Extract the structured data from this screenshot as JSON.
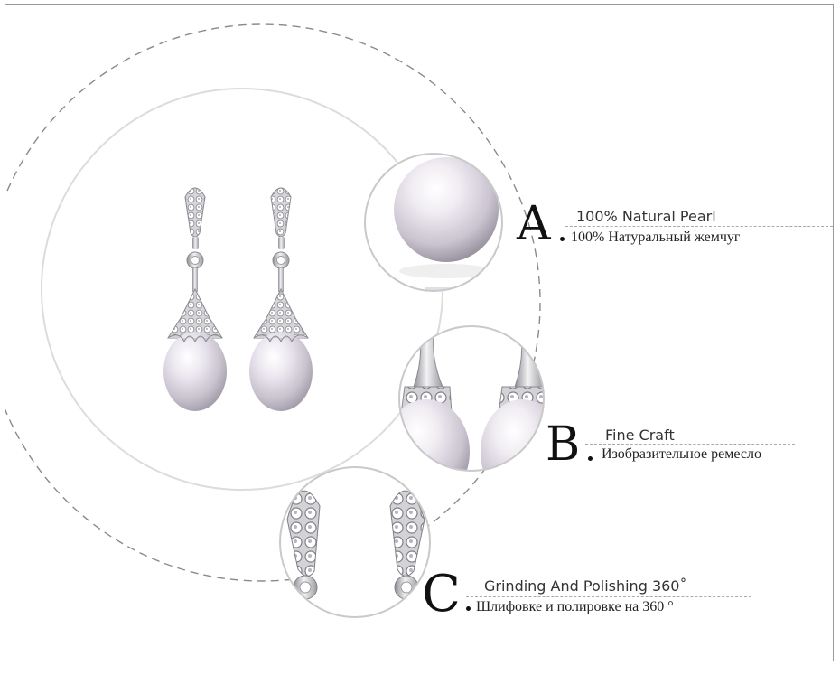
{
  "features": [
    {
      "letter": "A",
      "title_en": "100% Natural Pearl",
      "title_ru": "100% Натуральный жемчуг",
      "detail_icon": "pearl-closeup-icon"
    },
    {
      "letter": "B",
      "title_en": "Fine Craft",
      "title_ru": "Изобразительное ремесло",
      "detail_icon": "pearl-cap-closeup-icon"
    },
    {
      "letter": "C",
      "title_en": "Grinding And Polishing 360˚",
      "title_ru": "Шлифовке и полировке на 360 °",
      "detail_icon": "crystal-top-closeup-icon"
    }
  ],
  "colors": {
    "pearl": "#d9d3df",
    "metal": "#c4c4c8",
    "dashed_line": "#a9a9a9",
    "text": "#111111"
  }
}
